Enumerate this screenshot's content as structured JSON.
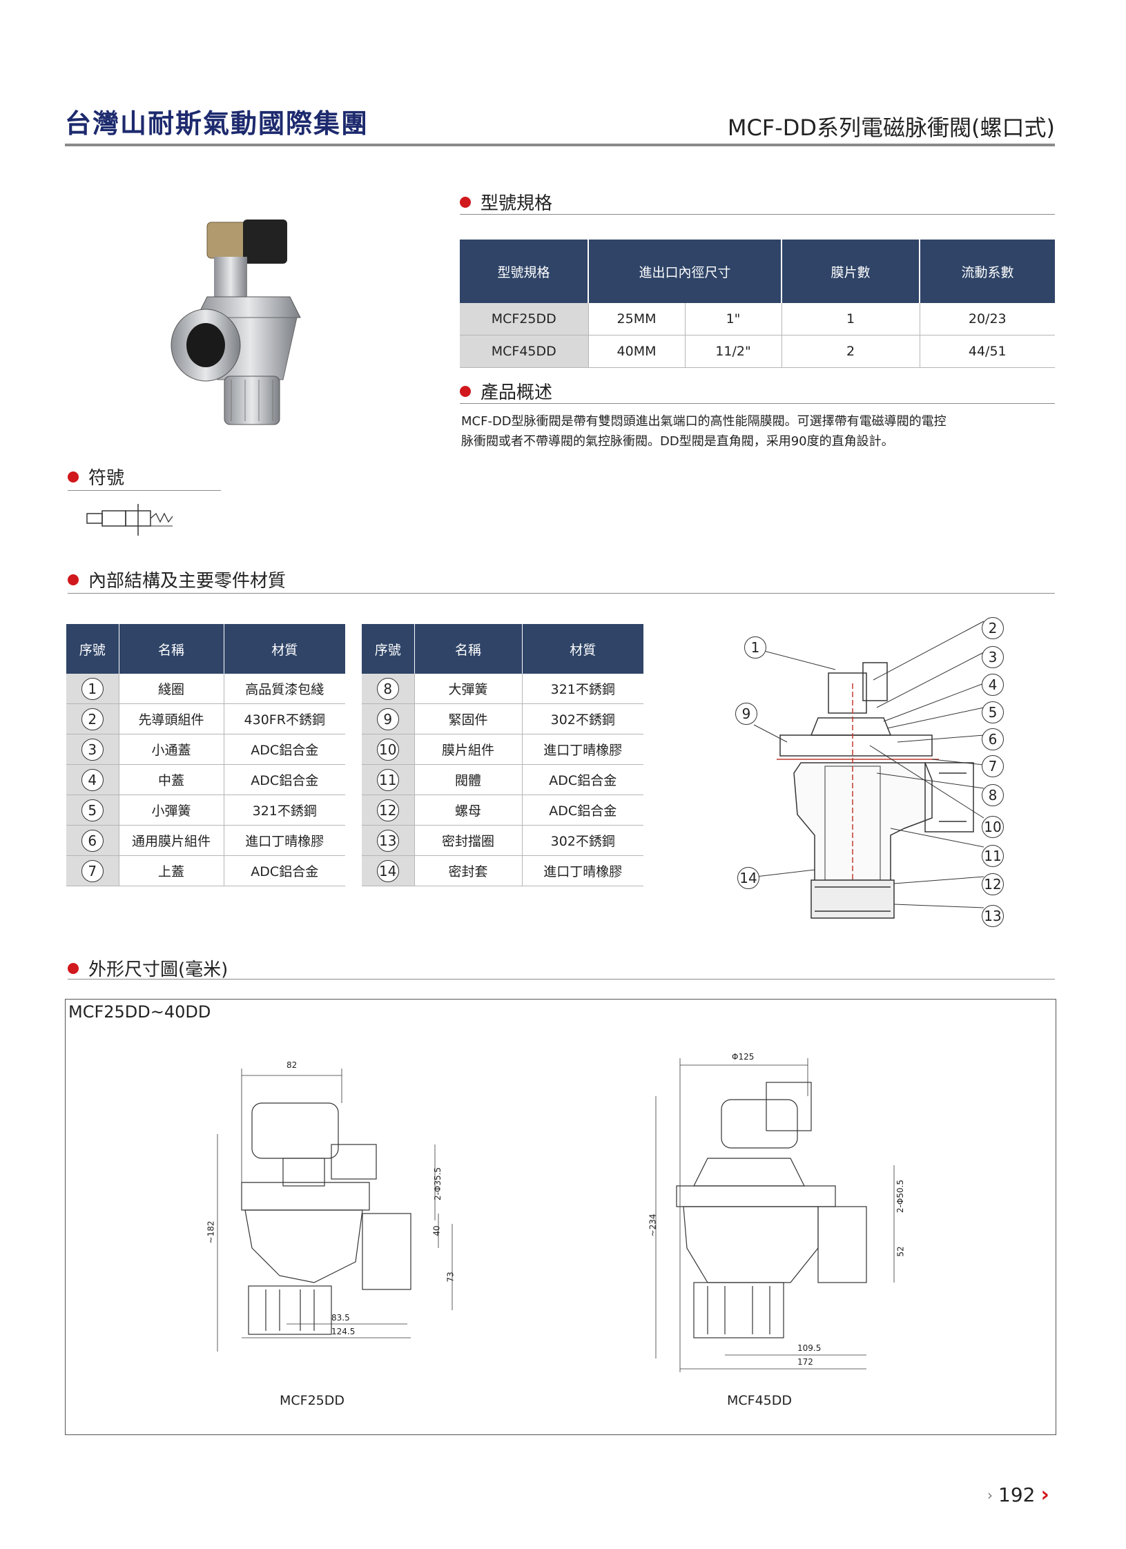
{
  "header": {
    "brand": "台灣山耐斯氣動國際集團",
    "series_title": "MCF-DD系列電磁脉衝閥(螺口式)"
  },
  "sections": {
    "spec": "型號規格",
    "overview": "產品概述",
    "symbol": "符號",
    "structure": "內部結構及主要零件材質",
    "dimensions": "外形尺寸圖(毫米)"
  },
  "spec_table": {
    "headers": [
      "型號規格",
      "進出口內徑尺寸",
      "膜片數",
      "流動系數"
    ],
    "rows": [
      {
        "model": "MCF25DD",
        "size_mm": "25MM",
        "size_in": "1\"",
        "diaphragms": "1",
        "flow": "20/23"
      },
      {
        "model": "MCF45DD",
        "size_mm": "40MM",
        "size_in": "11/2\"",
        "diaphragms": "2",
        "flow": "44/51"
      }
    ]
  },
  "overview_text": [
    "MCF-DD型脉衝閥是帶有雙悶頭進出氣端口的高性能隔膜閥。可選擇帶有電磁導閥的電控",
    "脉衝閥或者不帶導閥的氣控脉衝閥。DD型閥是直角閥，采用90度的直角設計。"
  ],
  "parts_headers": [
    "序號",
    "名稱",
    "材質"
  ],
  "parts_left": [
    {
      "no": "1",
      "name": "綫圈",
      "material": "高品質漆包綫"
    },
    {
      "no": "2",
      "name": "先導頭組件",
      "material": "430FR不銹鋼"
    },
    {
      "no": "3",
      "name": "小通蓋",
      "material": "ADC鋁合金"
    },
    {
      "no": "4",
      "name": "中蓋",
      "material": "ADC鋁合金"
    },
    {
      "no": "5",
      "name": "小彈簧",
      "material": "321不銹鋼"
    },
    {
      "no": "6",
      "name": "通用膜片組件",
      "material": "進口丁晴橡膠"
    },
    {
      "no": "7",
      "name": "上蓋",
      "material": "ADC鋁合金"
    }
  ],
  "parts_right": [
    {
      "no": "8",
      "name": "大彈簧",
      "material": "321不銹鋼"
    },
    {
      "no": "9",
      "name": "緊固件",
      "material": "302不銹鋼"
    },
    {
      "no": "10",
      "name": "膜片組件",
      "material": "進口丁晴橡膠"
    },
    {
      "no": "11",
      "name": "閥體",
      "material": "ADC鋁合金"
    },
    {
      "no": "12",
      "name": "螺母",
      "material": "ADC鋁合金"
    },
    {
      "no": "13",
      "name": "密封擋圈",
      "material": "302不銹鋼"
    },
    {
      "no": "14",
      "name": "密封套",
      "material": "進口丁晴橡膠"
    }
  ],
  "callouts": [
    "1",
    "2",
    "3",
    "4",
    "5",
    "6",
    "7",
    "8",
    "9",
    "10",
    "11",
    "12",
    "13",
    "14"
  ],
  "dimensions": {
    "range_label": "MCF25DD~40DD",
    "left": {
      "name": "MCF25DD",
      "w_top": "82",
      "h_total": "~182",
      "port": "2-Φ35.5",
      "d1": "40",
      "d2": "73",
      "b1": "83.5",
      "b2": "124.5"
    },
    "right": {
      "name": "MCF45DD",
      "w_top": "Φ125",
      "h_total": "~234",
      "port": "2-Φ50.5",
      "d1": "52",
      "b1": "109.5",
      "b2": "172"
    }
  },
  "page_number": "192",
  "colors": {
    "brand": "#1d2a6e",
    "header_fill": "#2f4467",
    "bullet": "#d0181d"
  }
}
